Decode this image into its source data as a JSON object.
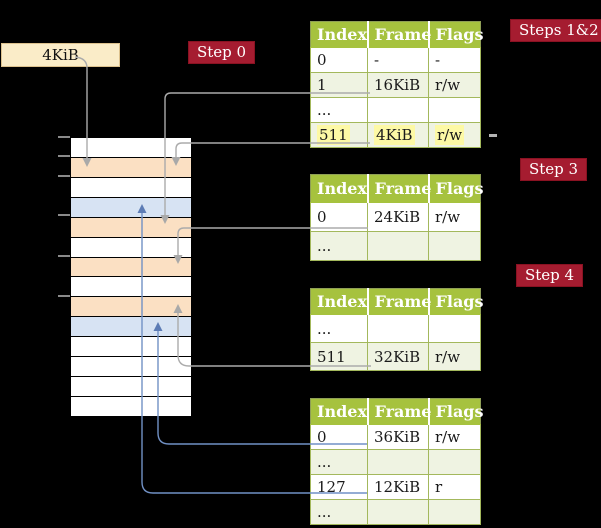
{
  "labels": {
    "step0": "Step 0",
    "steps_1_2": "Steps 1&2",
    "step3": "Step 3",
    "step4": "Step 4"
  },
  "page_size_box": {
    "label": "4KiB"
  },
  "colors": {
    "step_label_bg": "#a51c30",
    "table_header_green": "#a6c23e",
    "table_row_green": "#eff3e2",
    "frame_pagetable_orange": "#fbe0c3",
    "frame_data_blue": "#d7e3f3",
    "highlight_yellow": "#fdf9a5",
    "pointer_gray": "#ababab",
    "pointer_blue": "#7191c5",
    "cr3_box_cream": "#faecc8"
  },
  "memory_rows": [
    "white",
    "orange",
    "white",
    "blue",
    "orange",
    "white",
    "orange",
    "white",
    "orange",
    "blue",
    "white",
    "white",
    "white",
    "white"
  ],
  "tables": [
    {
      "name": "page-table-steps-1-2",
      "headers": [
        "Index",
        "Frame",
        "Flags"
      ],
      "rows": [
        [
          "0",
          "-",
          "-"
        ],
        [
          "1",
          "16KiB",
          "r/w"
        ],
        [
          "...",
          "",
          ""
        ],
        [
          "511",
          "4KiB",
          "r/w"
        ]
      ],
      "highlighted_row": 3
    },
    {
      "name": "page-table-step-3",
      "headers": [
        "Index",
        "Frame",
        "Flags"
      ],
      "rows": [
        [
          "0",
          "24KiB",
          "r/w"
        ],
        [
          "...",
          "",
          ""
        ]
      ]
    },
    {
      "name": "page-table-step-4-upper",
      "headers": [
        "Index",
        "Frame",
        "Flags"
      ],
      "rows": [
        [
          "...",
          "",
          ""
        ],
        [
          "511",
          "32KiB",
          "r/w"
        ]
      ]
    },
    {
      "name": "page-table-step-4-lower",
      "headers": [
        "Index",
        "Frame",
        "Flags"
      ],
      "rows": [
        [
          "0",
          "36KiB",
          "r/w"
        ],
        [
          "...",
          "",
          ""
        ],
        [
          "127",
          "12KiB",
          "r"
        ],
        [
          "...",
          "",
          ""
        ]
      ]
    }
  ]
}
